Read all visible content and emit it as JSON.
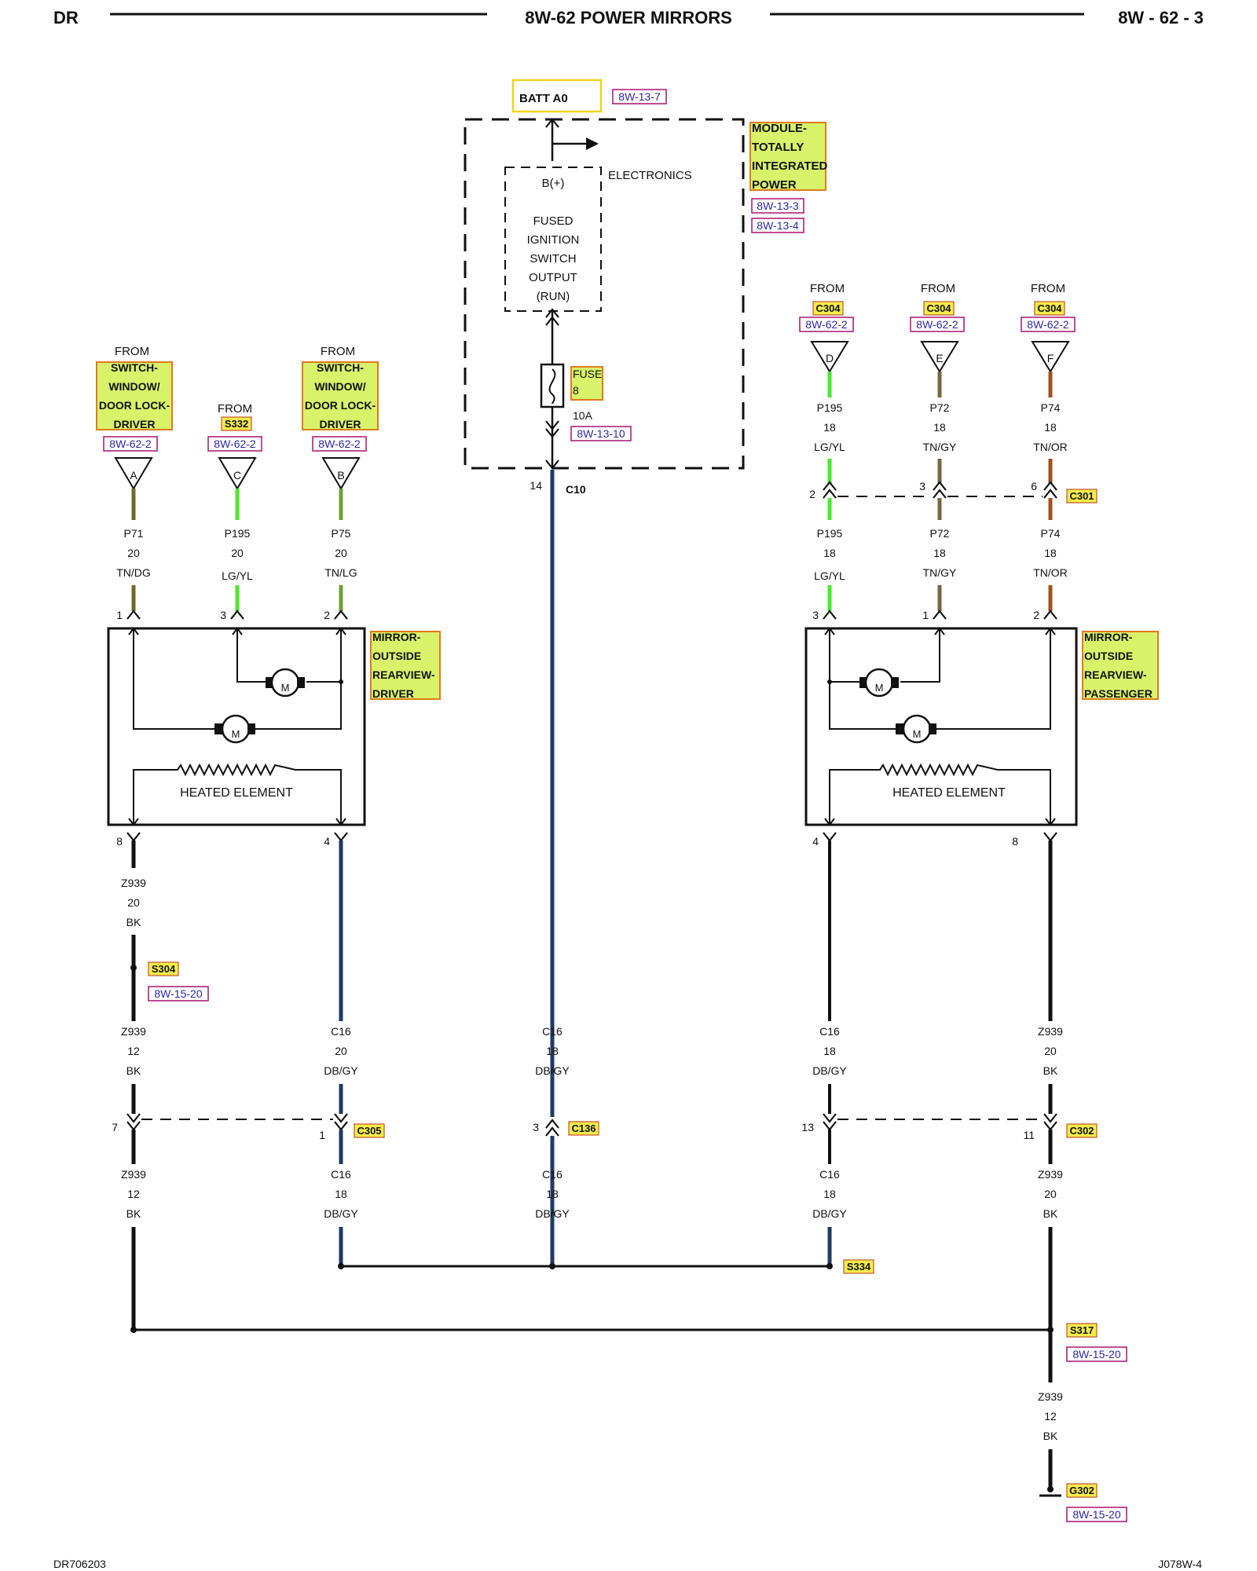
{
  "header": {
    "left": "DR",
    "title": "8W-62 POWER MIRRORS",
    "page": "8W - 62 - 3"
  },
  "footer": {
    "left": "DR706203",
    "right": "J078W-4"
  },
  "batt": {
    "label": "BATT A0",
    "ref": "8W-13-7"
  },
  "tipm": {
    "label_lines": [
      "MODULE-",
      "TOTALLY",
      "INTEGRATED",
      "POWER"
    ],
    "refs": [
      "8W-13-3",
      "8W-13-4"
    ],
    "electronics": "ELECTRONICS",
    "bplus": "B(+)",
    "fused_lines": [
      "FUSED",
      "IGNITION",
      "SWITCH",
      "OUTPUT",
      "(RUN)"
    ],
    "fuse_lines": [
      "FUSE",
      "8"
    ],
    "fuse_amp": "10A",
    "fuse_ref": "8W-13-10",
    "pin": "14",
    "connector": "C10"
  },
  "from_text": "FROM",
  "driver_inputs": [
    {
      "label_lines": [
        "SWITCH-",
        "WINDOW/",
        "DOOR LOCK-",
        "DRIVER"
      ],
      "connector": "",
      "ref": "8W-62-2",
      "letter": "A",
      "circuit": "P71",
      "gauge": "20",
      "color": "TN/DG",
      "pin": "1"
    },
    {
      "label_lines": [],
      "connector": "S332",
      "ref": "8W-62-2",
      "letter": "C",
      "circuit": "P195",
      "gauge": "20",
      "color": "LG/YL",
      "pin": "3"
    },
    {
      "label_lines": [
        "SWITCH-",
        "WINDOW/",
        "DOOR LOCK-",
        "DRIVER"
      ],
      "connector": "",
      "ref": "8W-62-2",
      "letter": "B",
      "circuit": "P75",
      "gauge": "20",
      "color": "TN/LG",
      "pin": "2"
    }
  ],
  "passenger_inputs": [
    {
      "connector": "C304",
      "ref": "8W-62-2",
      "letter": "D",
      "circuit": "P195",
      "gauge": "18",
      "color": "LG/YL",
      "c301_pin": "2",
      "circuit2": "P195",
      "gauge2": "18",
      "color2": "LG/YL",
      "pin": "3"
    },
    {
      "connector": "C304",
      "ref": "8W-62-2",
      "letter": "E",
      "circuit": "P72",
      "gauge": "18",
      "color": "TN/GY",
      "c301_pin": "3",
      "circuit2": "P72",
      "gauge2": "18",
      "color2": "TN/GY",
      "pin": "1"
    },
    {
      "connector": "C304",
      "ref": "8W-62-2",
      "letter": "F",
      "circuit": "P74",
      "gauge": "18",
      "color": "TN/OR",
      "c301_pin": "6",
      "circuit2": "P74",
      "gauge2": "18",
      "color2": "TN/OR",
      "pin": "2"
    }
  ],
  "c301": "C301",
  "driver_mirror": {
    "label_lines": [
      "MIRROR-",
      "OUTSIDE",
      "REARVIEW-",
      "DRIVER"
    ],
    "heated": "HEATED ELEMENT",
    "pin_left": "8",
    "pin_right": "4"
  },
  "passenger_mirror": {
    "label_lines": [
      "MIRROR-",
      "OUTSIDE",
      "REARVIEW-",
      "PASSENGER"
    ],
    "heated": "HEATED ELEMENT",
    "pin_left": "4",
    "pin_right": "8"
  },
  "motor_symbol": "M",
  "wires": {
    "driver_ground_top": {
      "circuit": "Z939",
      "gauge": "20",
      "color": "BK"
    },
    "s304": "S304",
    "s304_ref": "8W-15-20",
    "col1_mid": {
      "circuit": "Z939",
      "gauge": "12",
      "color": "BK"
    },
    "col2_mid": {
      "circuit": "C16",
      "gauge": "20",
      "color": "DB/GY"
    },
    "col3_mid": {
      "circuit": "C16",
      "gauge": "18",
      "color": "DB/GY"
    },
    "col4_mid": {
      "circuit": "C16",
      "gauge": "18",
      "color": "DB/GY"
    },
    "col5_mid": {
      "circuit": "Z939",
      "gauge": "20",
      "color": "BK"
    },
    "c305": "C305",
    "c305_pins": [
      "7",
      "1"
    ],
    "c136": "C136",
    "c136_pin": "3",
    "c302": "C302",
    "c302_pins": [
      "13",
      "11"
    ],
    "col1_low": {
      "circuit": "Z939",
      "gauge": "12",
      "color": "BK"
    },
    "col2_low": {
      "circuit": "C16",
      "gauge": "18",
      "color": "DB/GY"
    },
    "col3_low": {
      "circuit": "C16",
      "gauge": "18",
      "color": "DB/GY"
    },
    "col4_low": {
      "circuit": "C16",
      "gauge": "18",
      "color": "DB/GY"
    },
    "col5_low": {
      "circuit": "Z939",
      "gauge": "20",
      "color": "BK"
    },
    "s334": "S334",
    "s317": "S317",
    "s317_ref": "8W-15-20",
    "ground_wire": {
      "circuit": "Z939",
      "gauge": "12",
      "color": "BK"
    },
    "g302": "G302",
    "g302_ref": "8W-15-20"
  },
  "colors": {
    "tn_dg": "#6b6a2a",
    "lg_yl": "#49e830",
    "tn_lg": "#6aa03a",
    "tn_gy": "#7a6440",
    "tn_or": "#a0521c",
    "db_gy": "#1e3a66",
    "bk": "#111111",
    "highlight": "#d8f26a",
    "highlight_border": "#e07b1a",
    "ref_border": "#b0217a",
    "ref_text": "#2a2aa8",
    "connector_fill": "#f3ec4a"
  }
}
